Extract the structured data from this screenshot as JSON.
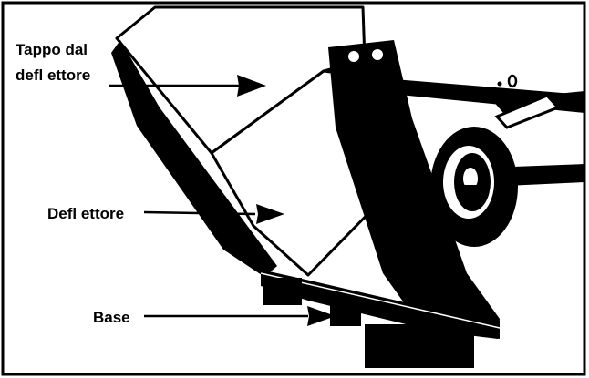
{
  "labels": {
    "deflector_cap_line1": "Tappo dal",
    "deflector_cap_line2": "defl ettore",
    "deflector": "Defl ettore",
    "base": "Base"
  },
  "colors": {
    "ink": "#000000",
    "paper": "#ffffff"
  }
}
